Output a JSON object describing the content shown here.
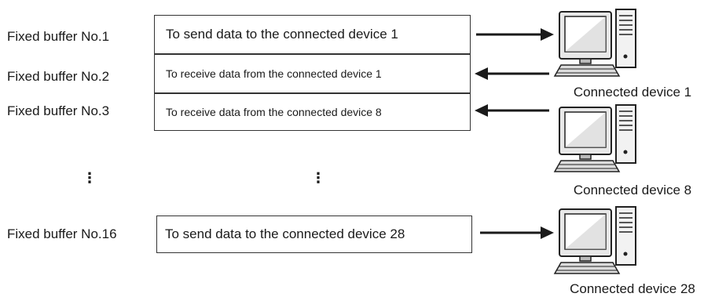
{
  "buffers": [
    {
      "label": "Fixed buffer No.1",
      "desc": "To send data to the connected device 1"
    },
    {
      "label": "Fixed buffer No.2",
      "desc": "To receive data from the connected device 1"
    },
    {
      "label": "Fixed buffer No.3",
      "desc": "To receive data from the connected device 8"
    },
    {
      "label": "Fixed buffer No.16",
      "desc": "To send data to the connected device 28"
    }
  ],
  "devices": [
    {
      "caption": "Connected device 1"
    },
    {
      "caption": "Connected device 8"
    },
    {
      "caption": "Connected device 28"
    }
  ],
  "ellipsis": "⋮"
}
